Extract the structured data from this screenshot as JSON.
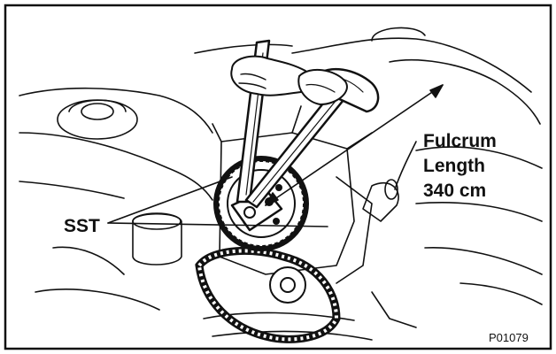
{
  "figure": {
    "labels": {
      "sst": "SST",
      "fulcrum_line1": "Fulcrum",
      "fulcrum_line2": "Length",
      "fulcrum_value": "340 cm",
      "figure_code": "P01079"
    }
  }
}
